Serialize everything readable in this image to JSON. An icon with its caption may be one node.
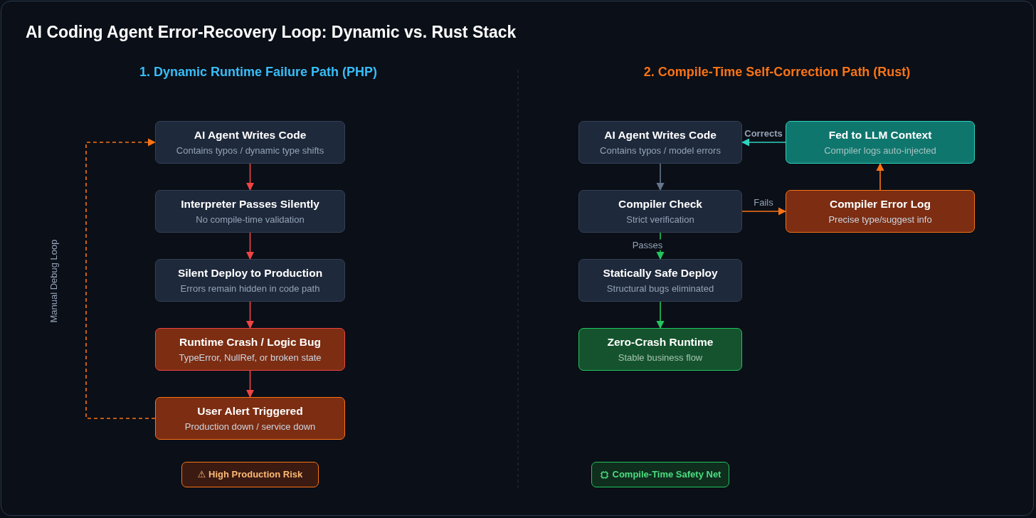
{
  "diagram": {
    "title": "AI Coding Agent Error-Recovery Loop: Dynamic vs. Rust Stack",
    "nodes": [
      {
        "text": [
          "AI Agent Writes Code",
          "Contains typos / dynamic type shifts"
        ]
      },
      {
        "text": [
          "Interpreter Passes Silently",
          "No compile-time validation"
        ]
      },
      {
        "text": [
          "Silent Deploy to Production",
          "Errors remain hidden in code path"
        ]
      },
      {
        "text": [
          "Runtime Crash / Logic Bug",
          "TypeError, NullRef, or broken state"
        ]
      },
      {
        "text": [
          "User Alert Triggered",
          "Production down / service down"
        ]
      },
      {
        "text": [
          "⚠ High Production Risk"
        ]
      },
      {
        "text": [
          "AI Agent Writes Code",
          "Contains typos / model errors"
        ]
      },
      {
        "text": [
          "Fed to LLM Context",
          "Compiler logs auto-injected"
        ]
      },
      {
        "text": [
          "Compiler Check",
          "Strict verification"
        ]
      },
      {
        "text": [
          "Compiler Error Log",
          "Precise type/suggest info"
        ]
      },
      {
        "text": [
          "Statically Safe Deploy",
          "Structural bugs eliminated"
        ]
      },
      {
        "text": [
          "Zero-Crash Runtime",
          "Stable business flow"
        ]
      },
      {
        "text": [
          "Compile-Time Safety Net"
        ]
      }
    ],
    "edges": [
      {
        "from": 0,
        "to": 1,
        "arrow": "to",
        "color": "#ef4444"
      },
      {
        "from": 1,
        "to": 2,
        "arrow": "to",
        "color": "#ef4444"
      },
      {
        "from": 2,
        "to": 3,
        "arrow": "to",
        "color": "#ef4444"
      },
      {
        "from": 3,
        "to": 4,
        "arrow": "to",
        "color": "#ef4444"
      },
      {
        "from": 4,
        "to": 0,
        "arrow": "to",
        "style": "dashed",
        "color": "#f97316",
        "label": "Manual Debug Loop"
      },
      {
        "from": 6,
        "to": 8,
        "arrow": "to",
        "color": "#64748b"
      },
      {
        "from": 8,
        "to": 9,
        "arrow": "to",
        "color": "#f97316",
        "label": "Fails"
      },
      {
        "from": 9,
        "to": 7,
        "arrow": "to",
        "color": "#f97316"
      },
      {
        "from": 7,
        "to": 6,
        "arrow": "to",
        "color": "#2dd4bf",
        "label": "Corrects"
      },
      {
        "from": 8,
        "to": 10,
        "arrow": "to",
        "color": "#22c55e",
        "label": "Passes"
      },
      {
        "from": 10,
        "to": 11,
        "arrow": "to",
        "color": "#22c55e"
      }
    ],
    "labels": [
      "1. Dynamic Runtime Failure Path (PHP)",
      "2. Compile-Time Self-Correction Path (Rust)"
    ]
  }
}
